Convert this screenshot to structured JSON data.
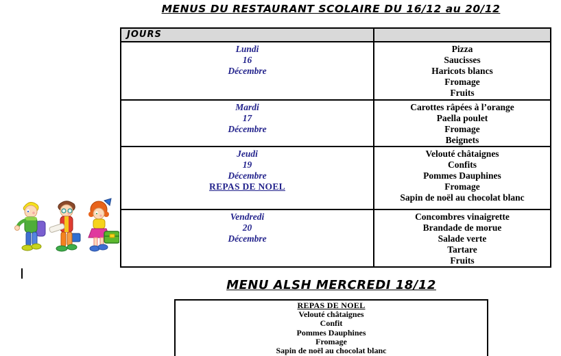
{
  "titles": {
    "main": "MENUS DU RESTAURANT SCOLAIRE DU 16/12 au 20/12",
    "alsh": "MENU ALSH MERCREDI 18/12"
  },
  "menu_table": {
    "header_label": "JOURS",
    "rows": [
      {
        "day": [
          "Lundi",
          "16",
          "Décembre"
        ],
        "special": "",
        "menu": [
          "Pizza",
          "Saucisses",
          "Haricots blancs",
          "Fromage",
          "Fruits"
        ]
      },
      {
        "day": [
          "Mardi",
          "17",
          "Décembre"
        ],
        "special": "",
        "menu": [
          "Carottes râpées à l’orange",
          "Paella poulet",
          "Fromage",
          "Beignets"
        ]
      },
      {
        "day": [
          "Jeudi",
          "19",
          "Décembre"
        ],
        "special": "REPAS DE NOEL",
        "menu": [
          "Velouté châtaignes",
          "Confits",
          "Pommes Dauphines",
          "Fromage",
          "Sapin de noël au chocolat blanc"
        ]
      },
      {
        "day": [
          "Vendredi",
          "20",
          "Décembre"
        ],
        "special": "",
        "menu": [
          "Concombres vinaigrette",
          "Brandade de morue",
          "Salade verte",
          "Tartare",
          "Fruits"
        ]
      }
    ]
  },
  "alsh": {
    "heading": "REPAS DE NOEL",
    "lines": [
      "Velouté châtaignes",
      "Confit",
      "Pommes Dauphines",
      "Fromage",
      "Sapin de noël au chocolat blanc"
    ]
  },
  "clipart": {
    "alt": "Three cartoon children walking with school bags"
  },
  "colors": {
    "day_text": "#23238c",
    "header_bg": "#d9d9d9",
    "border": "#000000"
  }
}
